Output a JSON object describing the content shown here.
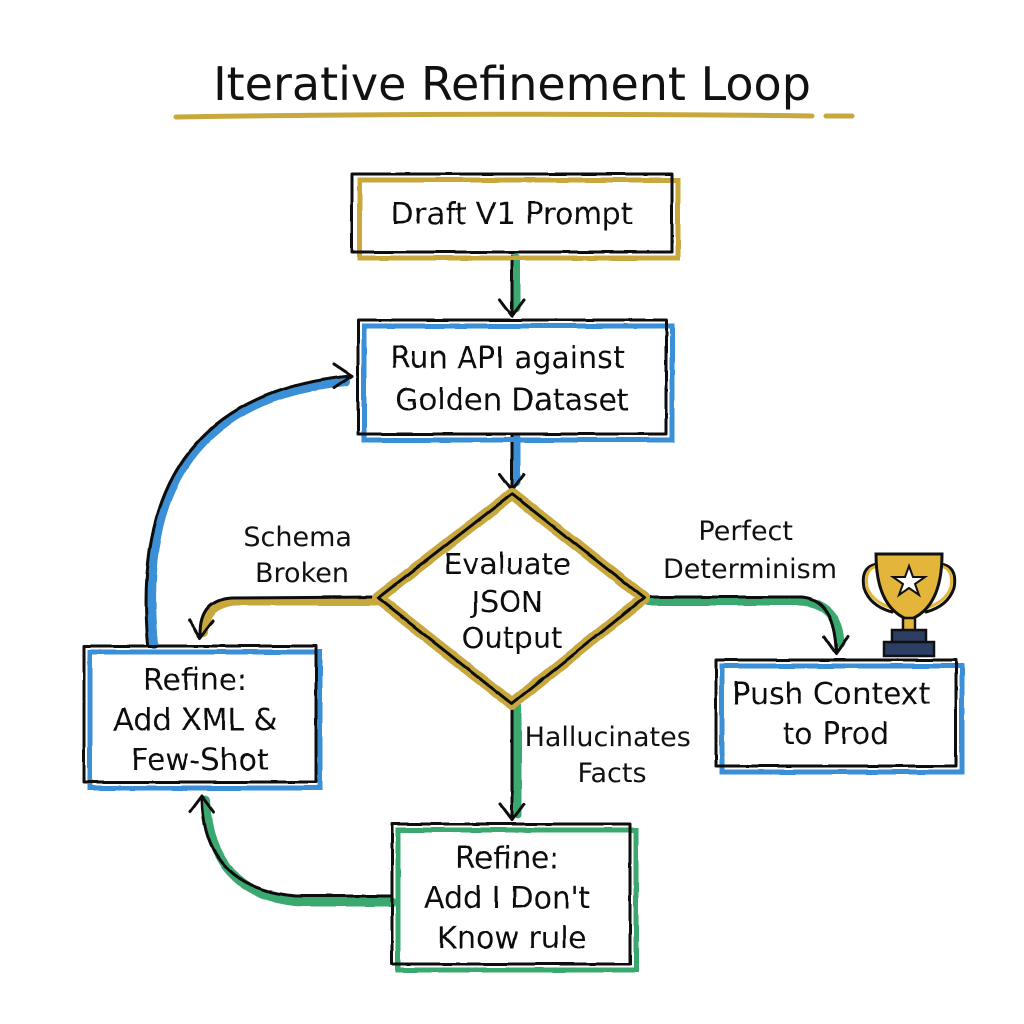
{
  "title": "Iterative Refinement Loop",
  "colors": {
    "ink": "#111111",
    "gold": "#c8a83c",
    "green": "#3aa870",
    "blue": "#3b8fd6",
    "trophy_gold": "#e3b53a",
    "trophy_base": "#2c3e63"
  },
  "nodes": {
    "draft": {
      "lines": [
        "Draft V1 Prompt"
      ]
    },
    "run": {
      "lines": [
        "Run API against",
        "Golden Dataset"
      ]
    },
    "evaluate": {
      "lines": [
        "Evaluate",
        "JSON",
        "Output"
      ]
    },
    "refine_xml": {
      "lines": [
        "Refine:",
        "Add XML &",
        "Few-Shot"
      ]
    },
    "refine_idk": {
      "lines": [
        "Refine:",
        "Add I Don't",
        "Know rule"
      ]
    },
    "push": {
      "lines": [
        "Push Context",
        "to Prod"
      ]
    }
  },
  "edges": {
    "schema_broken": {
      "lines": [
        "Schema",
        "Broken"
      ]
    },
    "perfect_determinism": {
      "lines": [
        "Perfect",
        "Determinism"
      ]
    },
    "hallucinates_facts": {
      "lines": [
        "Hallucinates",
        "Facts"
      ]
    }
  },
  "icons": {
    "trophy": "trophy-icon"
  }
}
